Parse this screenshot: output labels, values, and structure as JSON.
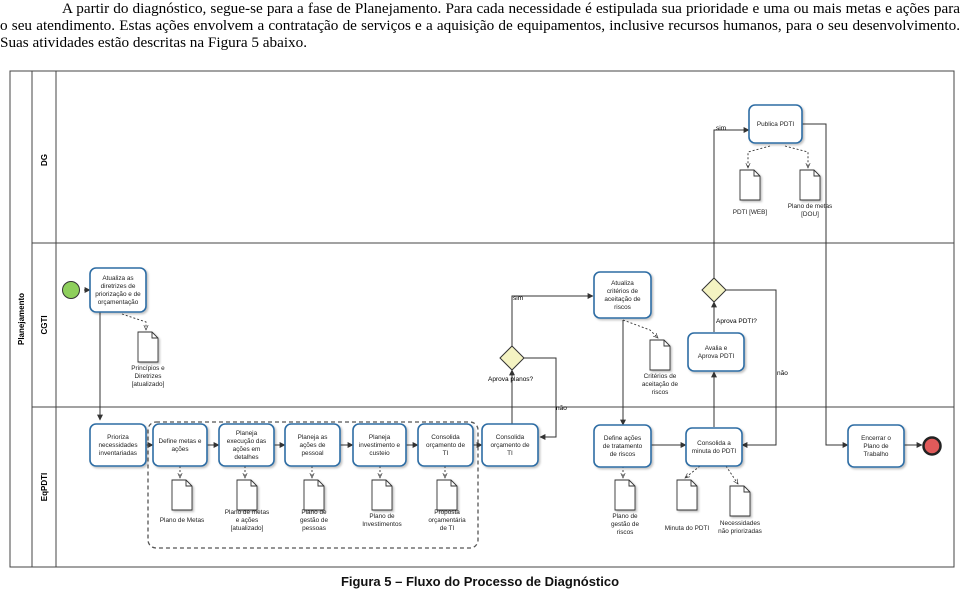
{
  "paragraph": {
    "line1": "A partir do diagnóstico, segue-se para a fase de Planejamento. Para cada necessidade é estipulada sua prioridade e uma ou mais metas e ações",
    "line2": "para o seu atendimento. Estas ações envolvem a contratação de serviços e a aquisição de equipamentos, inclusive recursos humanos, para o seu",
    "line3": "desenvolvimento. Suas atividades estão descritas na Figura 5 abaixo."
  },
  "diagram": {
    "pool": "Planejamento",
    "lanes": [
      "DG",
      "CGTI",
      "EqPDTI"
    ],
    "tasks": {
      "atualiza_diretrizes": [
        "Atualiza as",
        "diretrizes de",
        "priorização e de",
        "orçamentação"
      ],
      "prioriza": [
        "Prioriza",
        "necessidades",
        "inventariadas"
      ],
      "define_metas": [
        "Define metas e",
        "ações"
      ],
      "planeja_execucao": [
        "Planeja",
        "execução das",
        "ações em",
        "detalhes"
      ],
      "planeja_pessoal": [
        "Planeja as",
        "ações de",
        "pessoal"
      ],
      "planeja_investimento": [
        "Planeja",
        "investimento e",
        "custeio"
      ],
      "consolida_ti": [
        "Consolida",
        "orçamento de",
        "TI"
      ],
      "consolida_ti2": [
        "Consolida",
        "orçamento de",
        "TI"
      ],
      "atualiza_criterios": [
        "Atualiza",
        "critérios de",
        "aceitação de",
        "riscos"
      ],
      "define_acoes_riscos": [
        "Define ações",
        "de tratamento",
        "de riscos"
      ],
      "consolida_minuta": [
        "Consolida a",
        "minuta do PDTI"
      ],
      "avalia_aprova": [
        "Avalia e",
        "Aprova PDTI"
      ],
      "publica_pdti": [
        "Publica PDTI"
      ],
      "encerrar": [
        "Encerrar o",
        "Plano de",
        "Trabalho"
      ]
    },
    "docs": {
      "principios": [
        "Princípios e",
        "Diretrizes",
        "[atualizado]"
      ],
      "plano_metas": [
        "Plano de Metas"
      ],
      "plano_metas_acoes": [
        "Plano de metas",
        "e ações",
        "[atualizado]"
      ],
      "plano_gestao_pessoas": [
        "Plano de",
        "gestão de",
        "pessoas"
      ],
      "plano_investimento": [
        "Plano de",
        "Investimentos"
      ],
      "proposta_orcamentaria": [
        "Proposta",
        "orçamentária",
        "de TI"
      ],
      "criterios_aceitacao": [
        "Critérios de",
        "aceitação de",
        "riscos"
      ],
      "plano_gestao_riscos": [
        "Plano de",
        "gestão de",
        "riscos"
      ],
      "minuta_pdti": [
        "Minuta do PDTI"
      ],
      "necessidades_nao_priorizadas": [
        "Necessidades",
        "não priorizadas"
      ],
      "pdti_web": [
        "PDTI [WEB]"
      ],
      "plano_metas_dou": [
        "Plano de metas",
        "[DOU]"
      ]
    },
    "gateways": {
      "aprova_planos": "Aprova planos?",
      "aprova_pdti": "Aprova PDTI?"
    },
    "flow_labels": {
      "sim1": "sim",
      "nao1": "não",
      "sim2": "sim",
      "nao2": "não"
    }
  },
  "caption": "Figura 5 – Fluxo do Processo de Diagnóstico",
  "colors": {
    "task_stroke": "#2e6da4",
    "task_fill": "#ffffff",
    "start_fill": "#8ecf5c",
    "end_fill": "#e05a5a",
    "gateway_fill": "#f4f3c2",
    "lane_stroke": "#444444"
  }
}
